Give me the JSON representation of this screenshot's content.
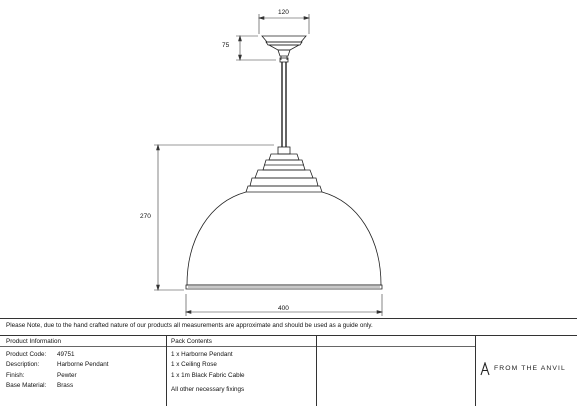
{
  "dimensions": {
    "rose_width": "120",
    "rose_height": "75",
    "shade_height": "270",
    "shade_width": "400"
  },
  "note": "Please Note, due to the hand crafted nature of our products all measurements are approximate and should be used as a guide only.",
  "product_info": {
    "heading": "Product Information",
    "rows": [
      {
        "label": "Product Code:",
        "value": "49751"
      },
      {
        "label": "Description:",
        "value": "Harborne Pendant"
      },
      {
        "label": "Finish:",
        "value": "Pewter"
      },
      {
        "label": "Base Material:",
        "value": "Brass"
      }
    ]
  },
  "pack_contents": {
    "heading": "Pack Contents",
    "items": [
      "1 x Harborne Pendant",
      "1 x Ceiling Rose",
      "1 x 1m Black Fabric Cable",
      "All other necessary fixings"
    ]
  },
  "brand": {
    "name": "FROM THE ANVIL"
  }
}
